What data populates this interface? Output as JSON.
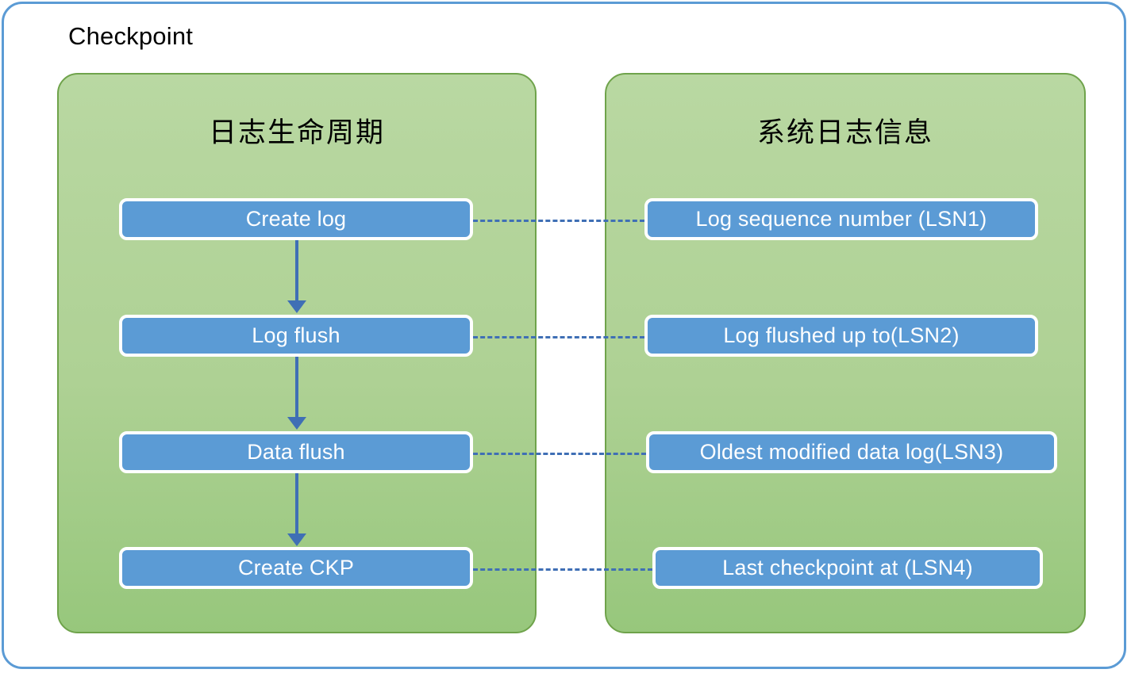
{
  "diagram": {
    "title": "Checkpoint",
    "frame_border_color": "#5b9bd5",
    "panel_fill_color": "#aed194",
    "panel_border_color": "#6fa34b",
    "node_fill_color": "#5b9bd5",
    "node_border_color": "#ffffff",
    "arrow_color": "#3f6fb5",
    "connector_color": "#3f6fb5"
  },
  "left_panel": {
    "title": "日志生命周期",
    "nodes": [
      {
        "label": "Create log"
      },
      {
        "label": "Log flush"
      },
      {
        "label": "Data flush"
      },
      {
        "label": "Create CKP"
      }
    ]
  },
  "right_panel": {
    "title": "系统日志信息",
    "nodes": [
      {
        "label": "Log sequence number (LSN1)"
      },
      {
        "label": "Log flushed up to(LSN2)"
      },
      {
        "label": "Oldest modified data log(LSN3)"
      },
      {
        "label": "Last checkpoint at (LSN4)"
      }
    ]
  }
}
